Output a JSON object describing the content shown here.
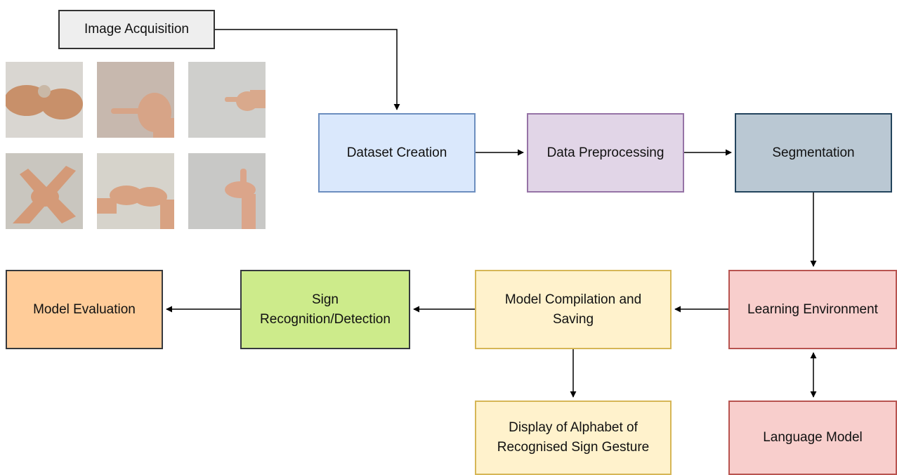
{
  "nodes": {
    "acquisition": {
      "label": "Image Acquisition",
      "fill": "#eeeeee",
      "stroke": "#333333"
    },
    "dataset": {
      "label": "Dataset Creation",
      "fill": "#dae8fc",
      "stroke": "#6c8ebf"
    },
    "preprocessing": {
      "label": "Data Preprocessing",
      "fill": "#e1d5e7",
      "stroke": "#9673a6"
    },
    "segmentation": {
      "label": "Segmentation",
      "fill": "#bac8d3",
      "stroke": "#23445d"
    },
    "learning": {
      "label": "Learning Environment",
      "fill": "#f8cecc",
      "stroke": "#b85450"
    },
    "compilation": {
      "label": "Model Compilation and\nSaving",
      "fill": "#fff2cc",
      "stroke": "#d6b656"
    },
    "recognition": {
      "label": "Sign\nRecognition/Detection",
      "fill": "#cdeb8b",
      "stroke": "#36393d"
    },
    "evaluation": {
      "label": "Model Evaluation",
      "fill": "#ffcc99",
      "stroke": "#36393d"
    },
    "display": {
      "label": "Display of Alphabet of\nRecognised Sign Gesture",
      "fill": "#fff2cc",
      "stroke": "#d6b656"
    },
    "language": {
      "label": "Language Model",
      "fill": "#f8cecc",
      "stroke": "#b85450"
    }
  },
  "sample_images": [
    {
      "name": "hand-sign-photo-1",
      "bg": "#d9d6d1",
      "skin": "#c8906a"
    },
    {
      "name": "hand-sign-photo-2",
      "bg": "#c7b8ae",
      "skin": "#d7a487"
    },
    {
      "name": "hand-sign-photo-3",
      "bg": "#cfcfcc",
      "skin": "#d9a98c"
    },
    {
      "name": "hand-sign-photo-4",
      "bg": "#c9c6bf",
      "skin": "#d49a78"
    },
    {
      "name": "hand-sign-photo-5",
      "bg": "#d6d3cb",
      "skin": "#d8a282"
    },
    {
      "name": "hand-sign-photo-6",
      "bg": "#c8c8c6",
      "skin": "#dba58a"
    }
  ]
}
